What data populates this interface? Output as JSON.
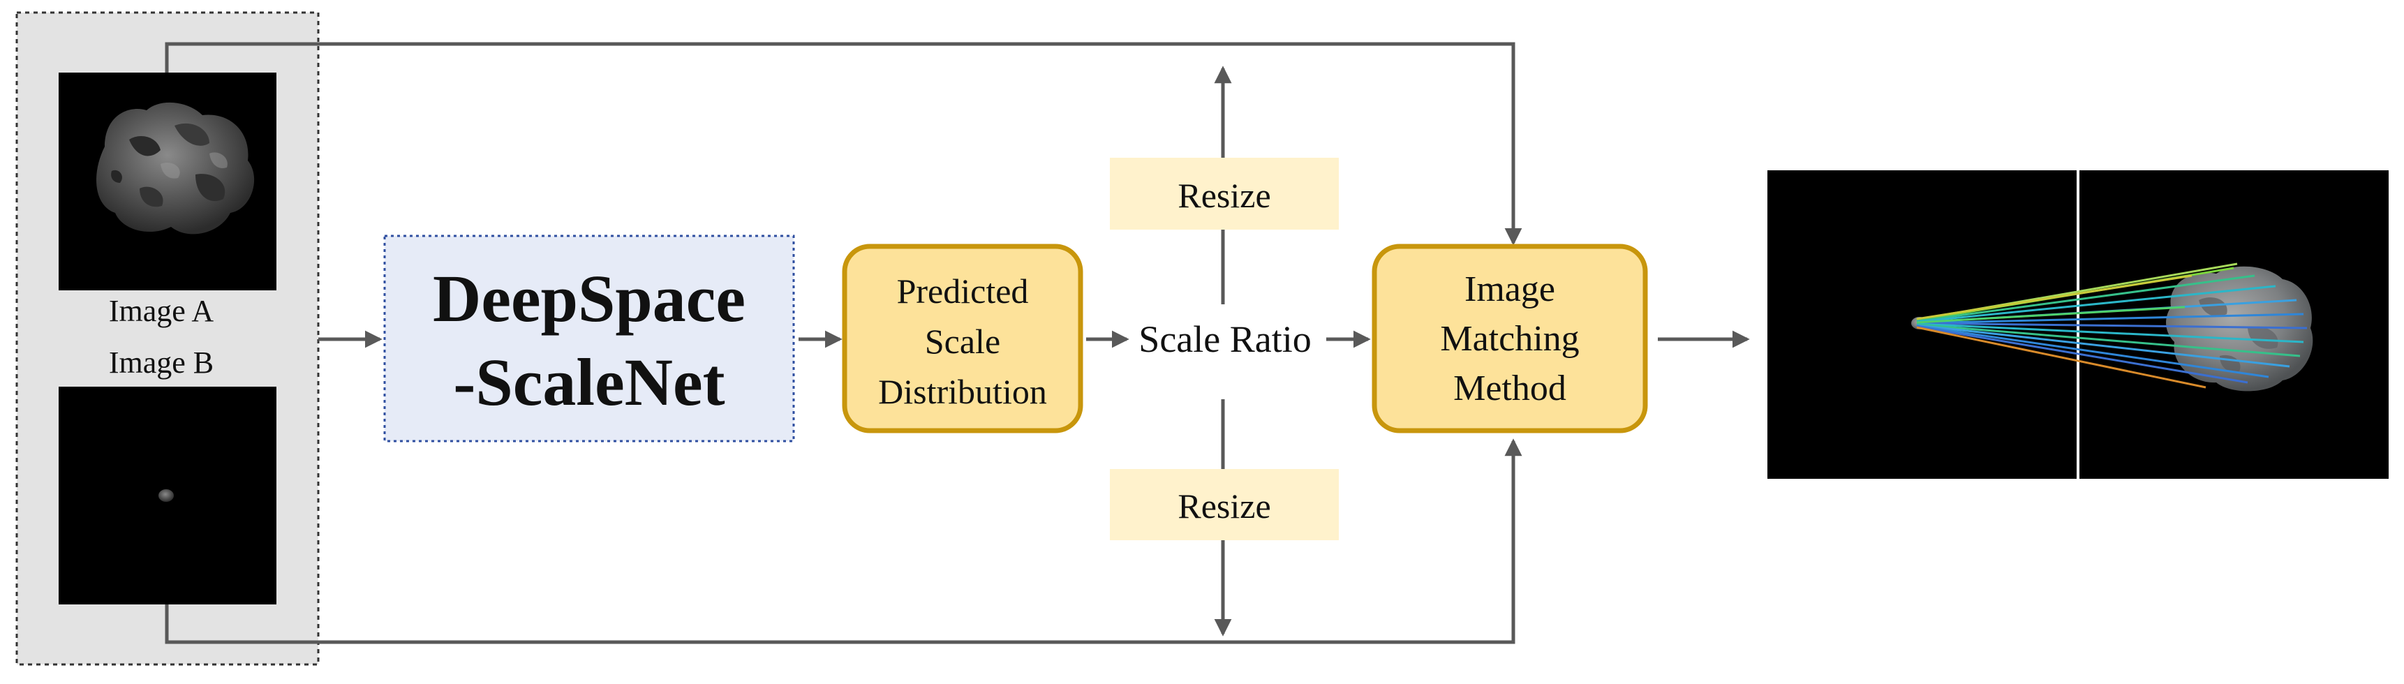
{
  "inputs": {
    "image_a_label": "Image A",
    "image_b_label": "Image B"
  },
  "network": {
    "title_line1": "DeepSpace",
    "title_line2": "-ScaleNet"
  },
  "prediction": {
    "line1": "Predicted",
    "line2": "Scale",
    "line3": "Distribution"
  },
  "scale_ratio": "Scale Ratio",
  "resize_top": "Resize",
  "resize_bottom": "Resize",
  "matching": {
    "line1": "Image",
    "line2": "Matching",
    "line3": "Method"
  },
  "colors": {
    "input_panel_bg": "#e3e3e3",
    "network_box_fill": "#e6ebf7",
    "network_box_border": "#2f4fa0",
    "yellow_box_fill": "#fde29a",
    "yellow_box_border": "#c8960c",
    "resize_fill": "#fff2cc",
    "arrow": "#595959"
  },
  "icons": {
    "asteroid": "asteroid-image",
    "result": "feature-matching-result-image"
  }
}
